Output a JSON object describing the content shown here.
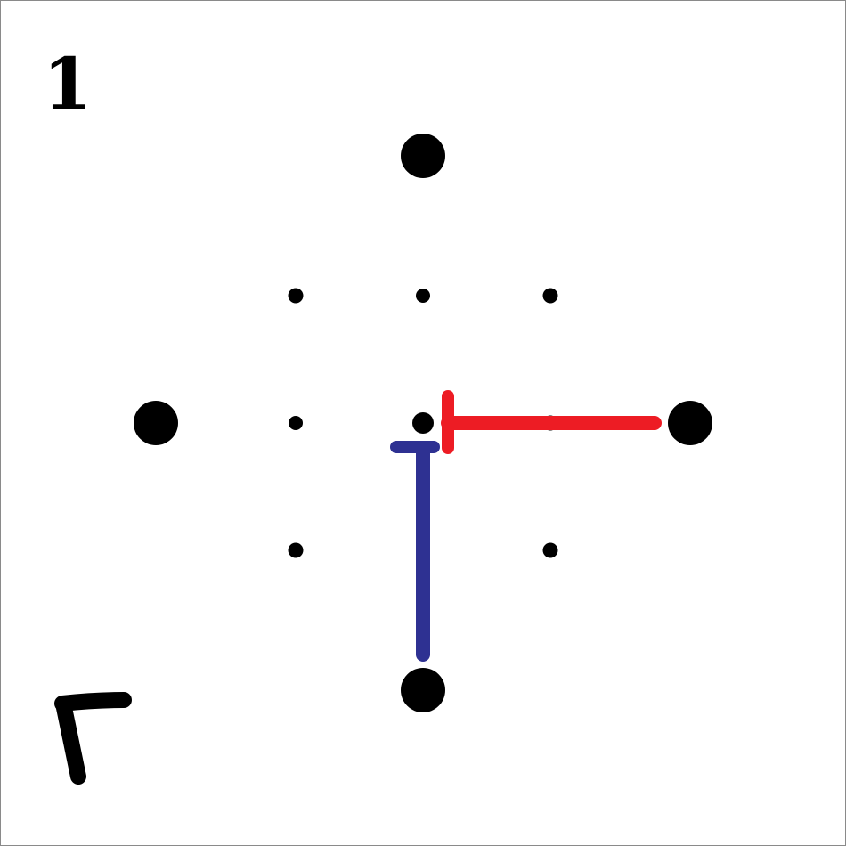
{
  "panel": {
    "number": "1",
    "glyph_icon": "gamma-letter-icon"
  },
  "colors": {
    "background": "#ffffff",
    "border": "#8a8a8a",
    "dot": "#000000",
    "red_stroke": "#ed1c24",
    "blue_stroke": "#2e3192"
  },
  "grid": {
    "large_dots": [
      "top",
      "left",
      "right",
      "bottom"
    ],
    "small_dot_rows": 3,
    "small_dot_cols": 3
  },
  "strokes": [
    {
      "name": "red-t-stroke",
      "color": "#ed1c24",
      "from": "right",
      "to": "center",
      "end_bar": "vertical"
    },
    {
      "name": "blue-t-stroke",
      "color": "#2e3192",
      "from": "bottom",
      "to": "center",
      "end_bar": "horizontal"
    }
  ]
}
